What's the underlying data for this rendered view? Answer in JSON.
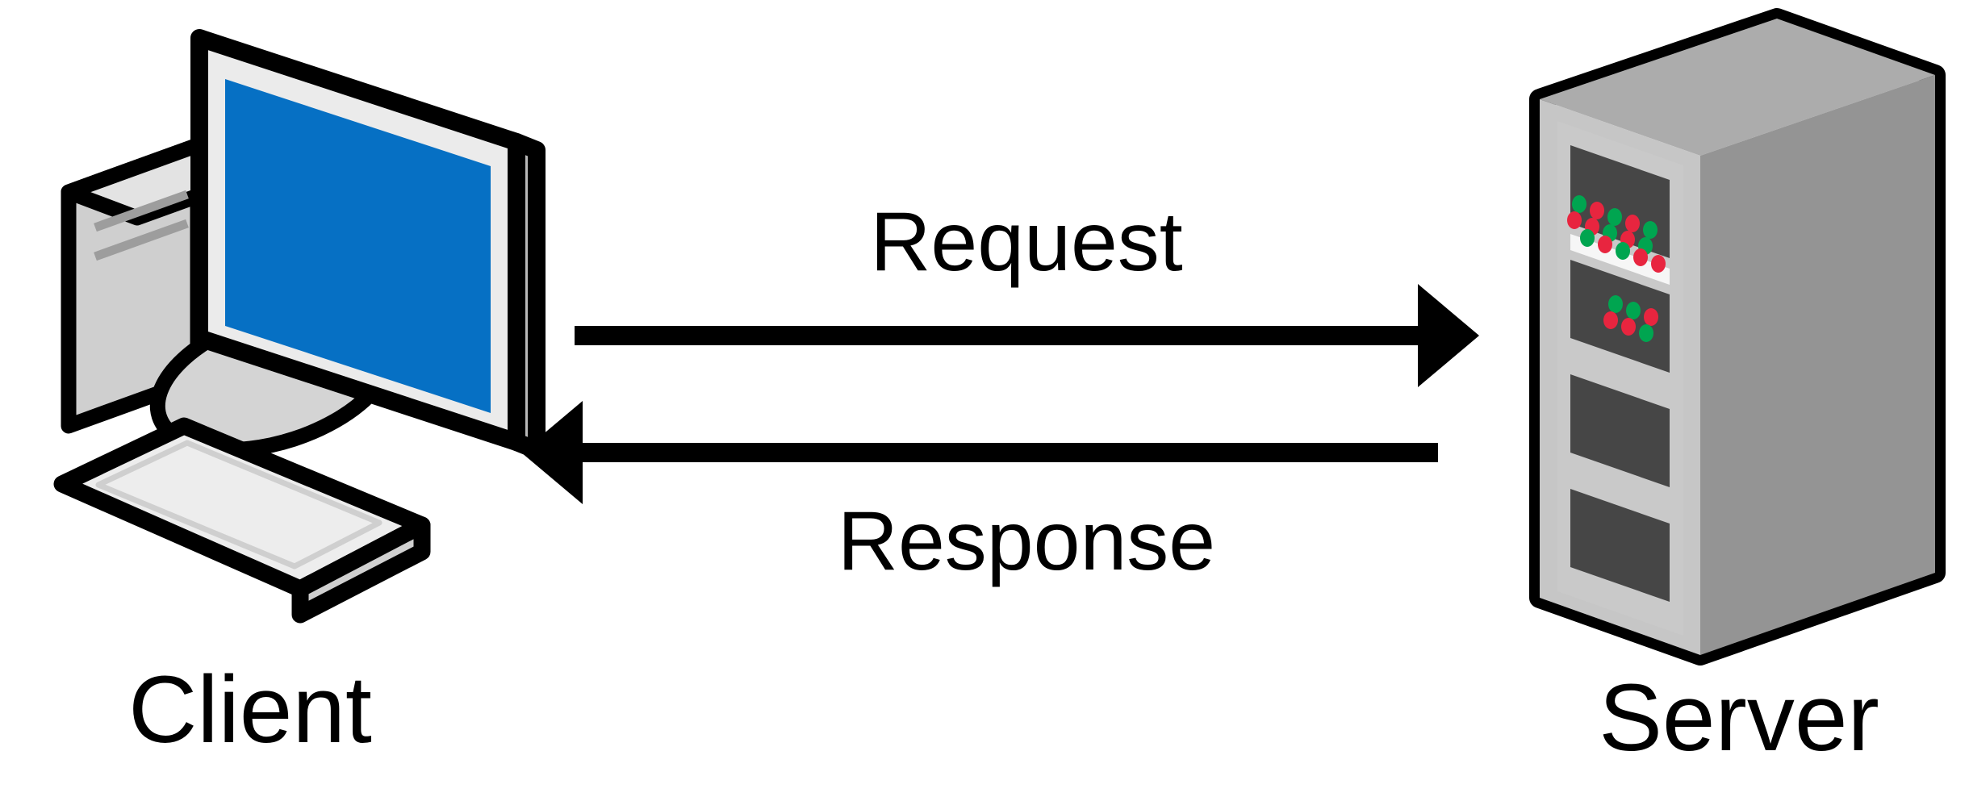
{
  "diagram": {
    "type": "client-server-request-response",
    "background_color": "#ffffff",
    "stroke_color": "#000000",
    "nodes": [
      {
        "id": "client",
        "label": "Client",
        "icon": "desktop-computer-icon",
        "screen_color": "#0670c4",
        "body_color": "#d8d8d8",
        "side_color": "#9a9a9a"
      },
      {
        "id": "server",
        "label": "Server",
        "icon": "server-tower-icon",
        "top_color": "#acacac",
        "side_color": "#949494",
        "front_color": "#c6c6c6",
        "bay_color": "#464646",
        "led_green": "#00a550",
        "led_red": "#e8253f"
      }
    ],
    "edges": [
      {
        "id": "request",
        "label": "Request",
        "from": "client",
        "to": "server",
        "direction": "right"
      },
      {
        "id": "response",
        "label": "Response",
        "from": "server",
        "to": "client",
        "direction": "left"
      }
    ]
  }
}
